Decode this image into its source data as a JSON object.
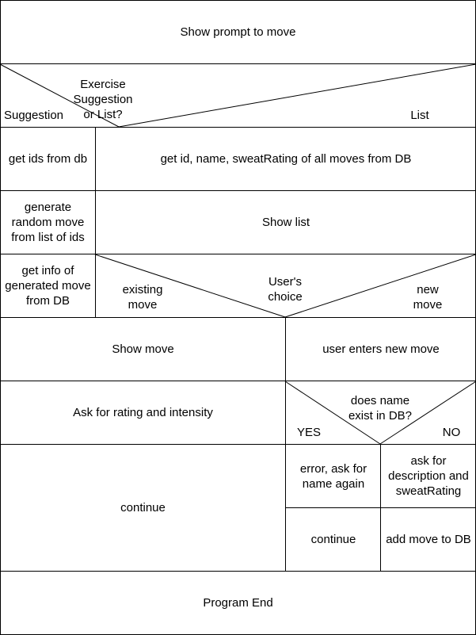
{
  "nodes": {
    "show_prompt": "Show prompt to move",
    "decision1": {
      "question_line1": "Exercise",
      "question_line2": "Suggestion",
      "question_line3": "or List?",
      "left": "Suggestion",
      "right": "List"
    },
    "get_ids": "get ids from db",
    "get_all_moves": "get id, name, sweatRating of all moves from DB",
    "generate_random": {
      "line1": "generate",
      "line2": "random move",
      "line3": "from list of ids"
    },
    "show_list": "Show list",
    "get_info": {
      "line1": "get info of",
      "line2": "generated move",
      "line3": "from DB"
    },
    "decision2": {
      "question_line1": "User's",
      "question_line2": "choice",
      "left_line1": "existing",
      "left_line2": "move",
      "right_line1": "new",
      "right_line2": "move"
    },
    "show_move": "Show move",
    "user_enters": "user enters new move",
    "ask_rating": "Ask for rating and intensity",
    "decision3": {
      "question_line1": "does name",
      "question_line2": "exist in DB?",
      "yes": "YES",
      "no": "NO"
    },
    "continue_left": "continue",
    "error_ask": {
      "line1": "error, ask for",
      "line2": "name again"
    },
    "ask_description": {
      "line1": "ask for",
      "line2": "description and",
      "line3": "sweatRating"
    },
    "continue_right": "continue",
    "add_move": "add move to DB",
    "program_end": "Program End"
  }
}
